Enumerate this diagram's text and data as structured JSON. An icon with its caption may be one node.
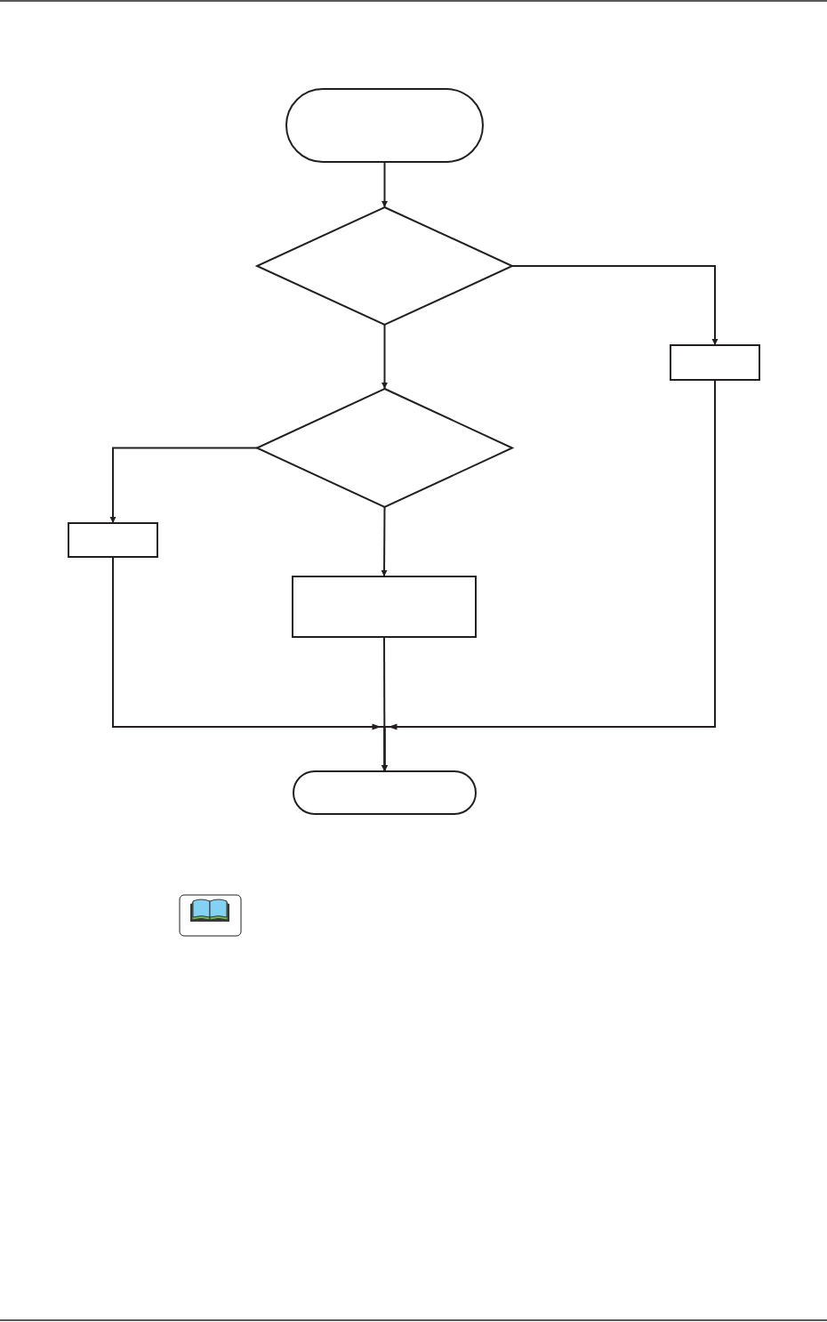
{
  "diagram": {
    "nodes": [
      {
        "text": [],
        "shape": "pill"
      },
      {
        "text": [],
        "shape": "diamond"
      },
      {
        "text": [],
        "shape": "box"
      },
      {
        "text": [],
        "shape": "diamond"
      },
      {
        "text": [],
        "shape": "box"
      },
      {
        "text": [],
        "shape": "box"
      },
      {
        "text": [],
        "shape": "pill"
      }
    ],
    "edges": [
      {
        "from": 0,
        "to": 1,
        "arrow": "to"
      },
      {
        "from": 1,
        "to": 2,
        "arrow": "to"
      },
      {
        "from": 1,
        "to": 3,
        "arrow": "to"
      },
      {
        "from": 3,
        "to": 4,
        "arrow": "to"
      },
      {
        "from": 3,
        "to": 5,
        "arrow": "to"
      },
      {
        "from": 4,
        "to": 6,
        "arrow": "to"
      },
      {
        "from": 5,
        "to": 6,
        "arrow": "to"
      },
      {
        "from": 2,
        "to": 6,
        "arrow": "to"
      }
    ]
  }
}
